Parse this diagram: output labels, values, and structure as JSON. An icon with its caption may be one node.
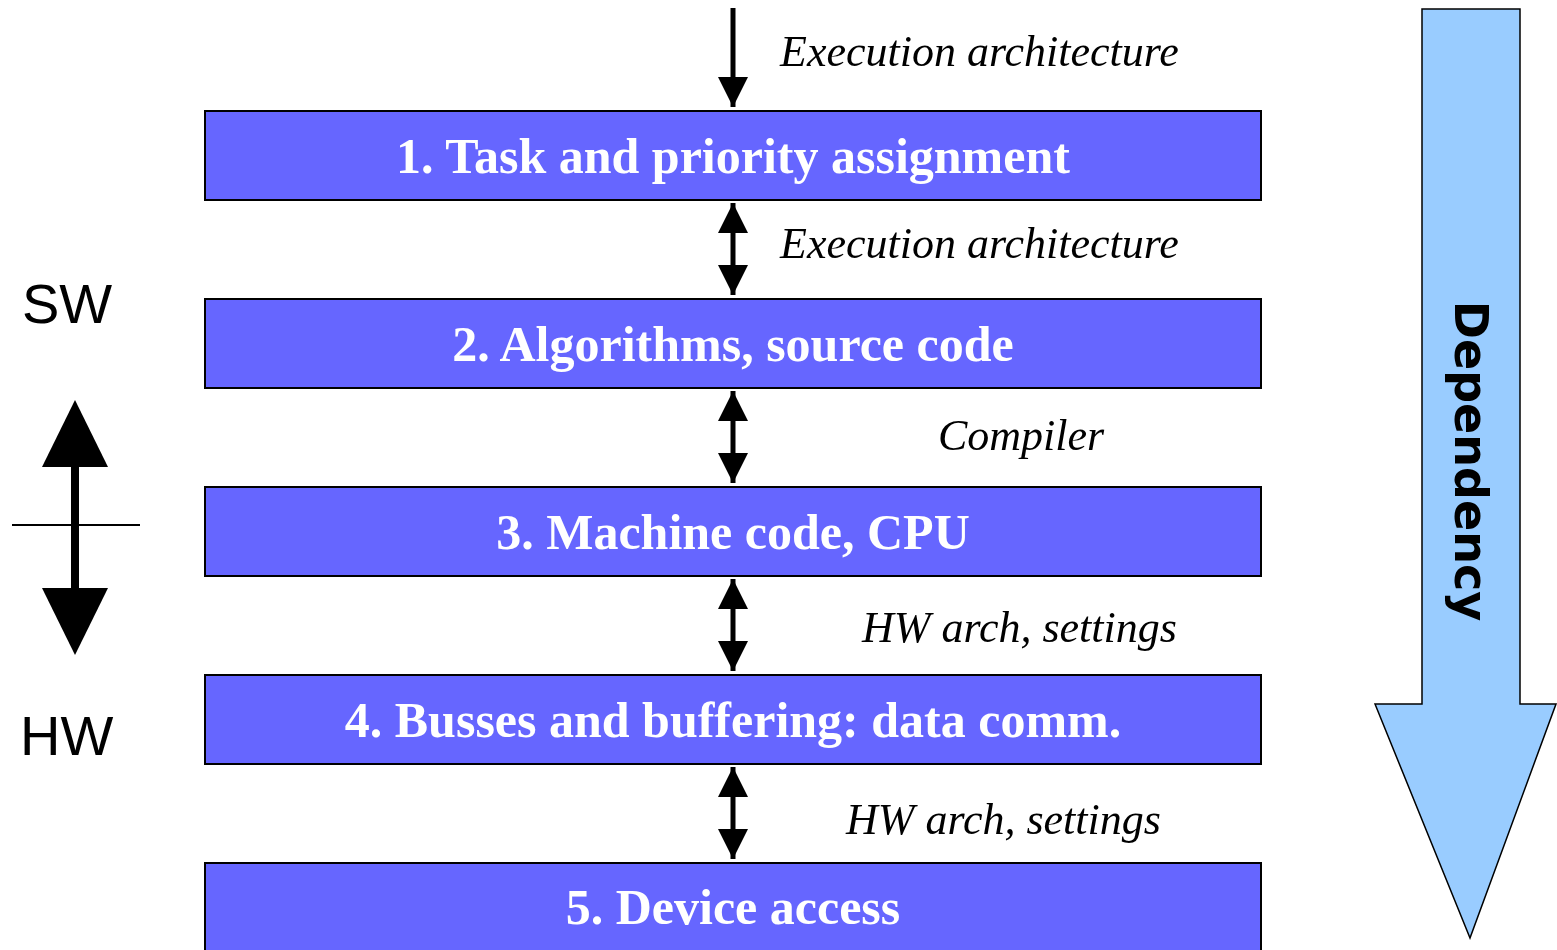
{
  "diagram": {
    "nodes": [
      {
        "text": [
          "1. Task and priority assignment"
        ]
      },
      {
        "text": [
          "2. Algorithms, source code"
        ]
      },
      {
        "text": [
          "3. Machine code, CPU"
        ]
      },
      {
        "text": [
          "4. Busses and buffering: data comm."
        ]
      },
      {
        "text": [
          "5. Device access"
        ]
      },
      {
        "text": [
          "Dependency"
        ]
      }
    ],
    "edges": [
      {
        "from": null,
        "to": 0,
        "arrow": "to",
        "label": "Execution architecture"
      },
      {
        "from": 0,
        "to": 1,
        "arrow": "both",
        "label": "Execution architecture"
      },
      {
        "from": 1,
        "to": 2,
        "arrow": "both",
        "label": "Compiler"
      },
      {
        "from": 2,
        "to": 3,
        "arrow": "both",
        "label": "HW arch, settings"
      },
      {
        "from": 3,
        "to": 4,
        "arrow": "both",
        "label": "HW arch, settings"
      }
    ],
    "labels": [
      "SW",
      "HW"
    ]
  }
}
